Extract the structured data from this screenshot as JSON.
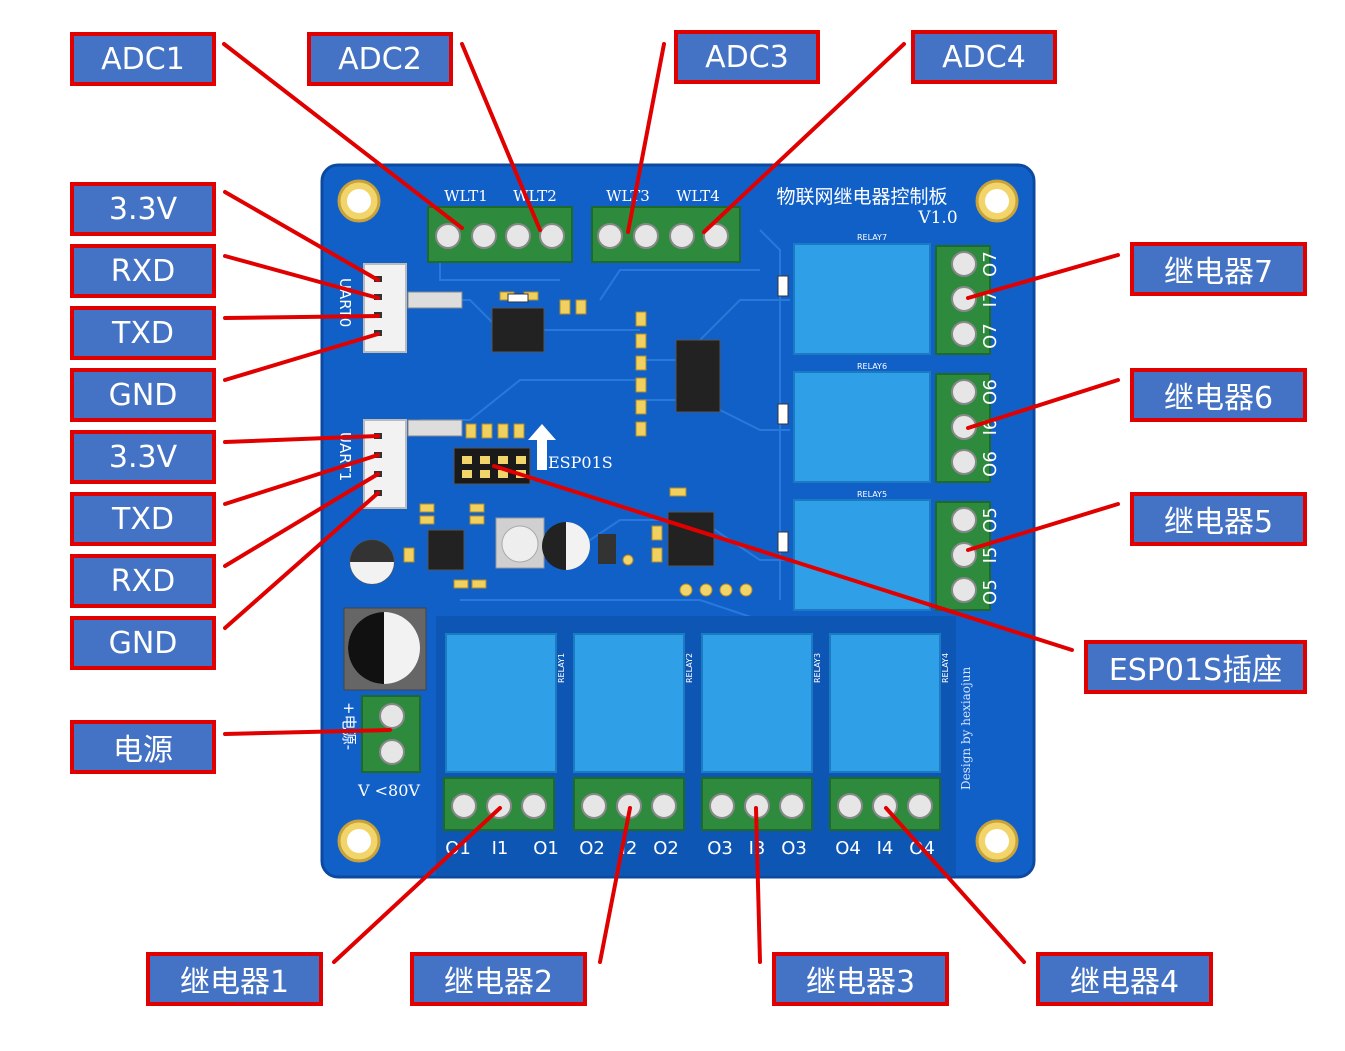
{
  "colors": {
    "board": "#1160c8",
    "label_fill": "#4472c4",
    "label_border": "#e00000",
    "leader_line": "#e00000",
    "terminal_green": "#2e8b3e",
    "relay_blue": "#2fa0e8"
  },
  "board": {
    "title": "物联网继电器控制板",
    "version": "V1.0",
    "design_credit": "Design by hexiaojun",
    "power_text": "+电源-",
    "voltage_text": "V <80V",
    "esp_text": "ESP01S",
    "uart0_text": "UART0",
    "uart1_text": "UART1",
    "adc_terminals": [
      "WLT1",
      "WLT2",
      "WLT3",
      "WLT4"
    ],
    "right_relays": [
      {
        "name": "RELAY7",
        "pins": [
          "O7",
          "I7",
          "O7"
        ]
      },
      {
        "name": "RELAY6",
        "pins": [
          "O6",
          "I6",
          "O6"
        ]
      },
      {
        "name": "RELAY5",
        "pins": [
          "O5",
          "I5",
          "O5"
        ]
      }
    ],
    "bottom_relays": [
      {
        "name": "RELAY1",
        "pins": [
          "O1",
          "I1",
          "O1"
        ]
      },
      {
        "name": "RELAY2",
        "pins": [
          "O2",
          "I2",
          "O2"
        ]
      },
      {
        "name": "RELAY3",
        "pins": [
          "O3",
          "I3",
          "O3"
        ]
      },
      {
        "name": "RELAY4",
        "pins": [
          "O4",
          "I4",
          "O4"
        ]
      }
    ]
  },
  "callouts": {
    "adc1": "ADC1",
    "adc2": "ADC2",
    "adc3": "ADC3",
    "adc4": "ADC4",
    "uart0_3v3": "3.3V",
    "uart0_rxd": "RXD",
    "uart0_txd": "TXD",
    "uart0_gnd": "GND",
    "uart1_3v3": "3.3V",
    "uart1_txd": "TXD",
    "uart1_rxd": "RXD",
    "uart1_gnd": "GND",
    "power": "电源",
    "relay7": "继电器7",
    "relay6": "继电器6",
    "relay5": "继电器5",
    "esp_socket": "ESP01S插座",
    "relay1": "继电器1",
    "relay2": "继电器2",
    "relay3": "继电器3",
    "relay4": "继电器4"
  }
}
